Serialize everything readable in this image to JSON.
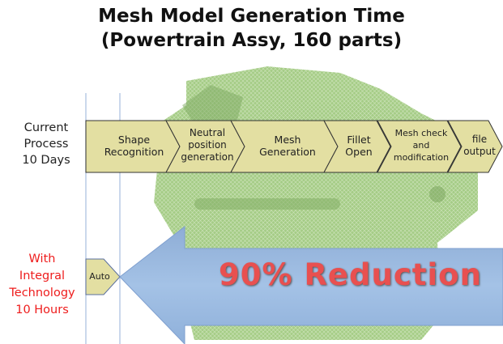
{
  "title_line1": "Mesh Model Generation Time",
  "title_line2": "(Powertrain Assy, 160 parts)",
  "current": {
    "line1": "Current",
    "line2": "Process",
    "line3": "10 Days"
  },
  "integral": {
    "line1": "With",
    "line2": "Integral",
    "line3": "Technology",
    "line4": "10 Hours"
  },
  "steps": [
    {
      "l1": "Shape",
      "l2": "Recognition"
    },
    {
      "l1": "Neutral",
      "l2": "position",
      "l3": "generation"
    },
    {
      "l1": "Mesh",
      "l2": "Generation"
    },
    {
      "l1": "Fillet",
      "l2": "Open"
    },
    {
      "l1": "Mesh check",
      "l2": "and",
      "l3": "modification"
    },
    {
      "l1": "file",
      "l2": "output"
    }
  ],
  "auto_label": "Auto",
  "reduction_label": "90% Reduction",
  "colors": {
    "chevron": "#e3dfa2",
    "arrow": "#97b6df",
    "mesh": "#8fbf6a",
    "red": "#ee1c1c"
  }
}
